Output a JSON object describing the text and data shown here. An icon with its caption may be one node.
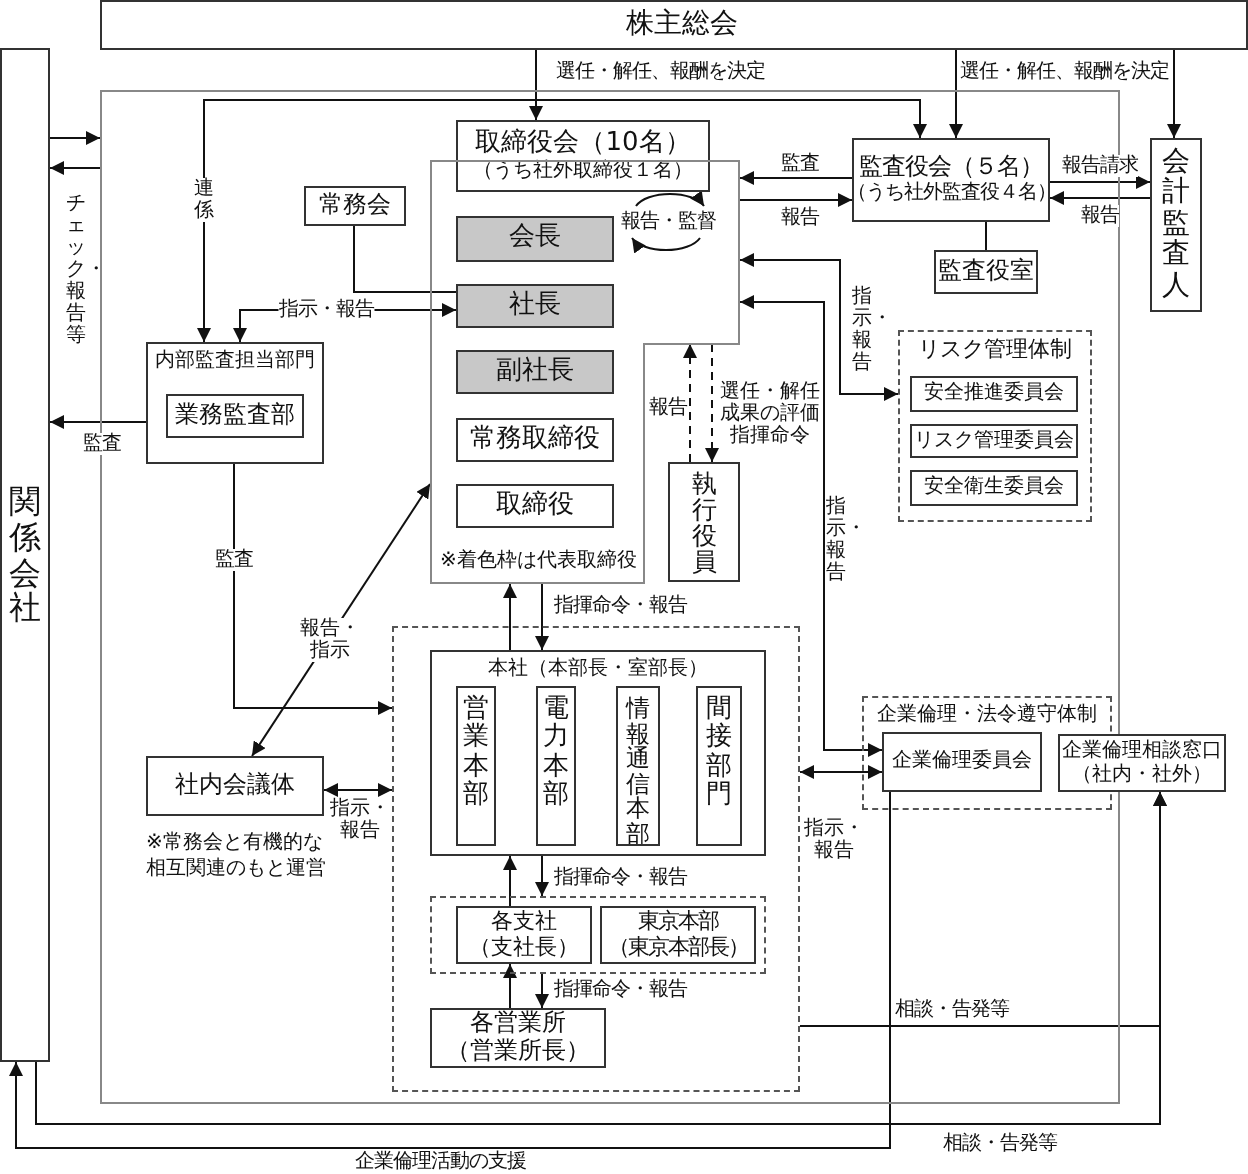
{
  "diagram": {
    "nodes": [
      {
        "text": [
          "株主総会"
        ]
      },
      {
        "text": [
          "関係会社"
        ]
      },
      {
        "text": [],
        "shape": "box"
      },
      {
        "text": [
          "取締役会（10名）",
          "（うち社外取締役１名）"
        ],
        "in": 2
      },
      {
        "text": [
          "監査役会（５名）",
          "（うち社外監査役４名）"
        ],
        "in": 2
      },
      {
        "text": [
          "会計監査人"
        ]
      },
      {
        "text": [
          "常務会"
        ],
        "in": 2
      },
      {
        "text": [
          "※着色枠は代表取締役"
        ],
        "in": 2
      },
      {
        "text": [
          "会長"
        ],
        "in": 7
      },
      {
        "text": [
          "社長"
        ],
        "in": 7
      },
      {
        "text": [
          "副社長"
        ],
        "in": 7
      },
      {
        "text": [
          "常務取締役"
        ],
        "in": 7
      },
      {
        "text": [
          "取締役"
        ],
        "in": 7
      },
      {
        "text": [
          "監査役室"
        ],
        "in": 2
      },
      {
        "text": [
          "内部監査担当部門"
        ],
        "in": 2
      },
      {
        "text": [
          "業務監査部"
        ],
        "in": 14
      },
      {
        "text": [
          "リスク管理体制"
        ],
        "in": 2
      },
      {
        "text": [
          "安全推進委員会"
        ],
        "in": 16
      },
      {
        "text": [
          "リスク管理委員会"
        ],
        "in": 16
      },
      {
        "text": [
          "安全衛生委員会"
        ],
        "in": 16
      },
      {
        "text": [
          "執行役員"
        ],
        "in": 2
      },
      {
        "text": [
          "社内会議体"
        ],
        "in": 2,
        "beside": [
          "※常務会と有機的な相互関連のもと運営"
        ]
      },
      {
        "text": [],
        "shape": "box",
        "in": 2
      },
      {
        "text": [
          "本社（本部長・室部長）"
        ],
        "in": 22
      },
      {
        "text": [
          "営業本部"
        ],
        "in": 23
      },
      {
        "text": [
          "電力本部"
        ],
        "in": 23
      },
      {
        "text": [
          "情報通信本部"
        ],
        "in": 23
      },
      {
        "text": [
          "間接部門"
        ],
        "in": 23
      },
      {
        "text": [
          "企業倫理・法令遵守体制"
        ],
        "in": 2
      },
      {
        "text": [
          "企業倫理委員会"
        ],
        "in": 28
      },
      {
        "text": [
          "企業倫理相談窓口",
          "（社内・社外）"
        ]
      },
      {
        "text": [],
        "shape": "box",
        "in": 22
      },
      {
        "text": [
          "各支社",
          "（支社長）"
        ],
        "in": 31
      },
      {
        "text": [
          "東京本部",
          "（東京本部長）"
        ],
        "in": 31
      },
      {
        "text": [
          "各営業所",
          "（営業所長）"
        ],
        "in": 22
      }
    ],
    "edges": [
      {
        "from": 0,
        "to": 3,
        "arrow": "to",
        "label": "選任・解任、報酬を決定"
      },
      {
        "from": 0,
        "to": 4,
        "arrow": "to",
        "label": "選任・解任、報酬を決定"
      },
      {
        "from": 0,
        "to": 5,
        "arrow": "to"
      },
      {
        "from": 1,
        "to": 2,
        "arrow": "to"
      },
      {
        "from": 2,
        "to": 1,
        "arrow": "to"
      },
      {
        "from": 14,
        "to": 4,
        "arrow": "both",
        "label": "連係"
      },
      {
        "from": 4,
        "to": 7,
        "arrow": "to",
        "label": "監査"
      },
      {
        "from": 7,
        "to": 4,
        "arrow": "to",
        "label": "報告"
      },
      {
        "from": 4,
        "to": 5,
        "arrow": "to",
        "label": "報告請求"
      },
      {
        "from": 5,
        "to": 4,
        "arrow": "to",
        "label": "報告"
      },
      {
        "from": 4,
        "to": 13,
        "arrow": "none"
      },
      {
        "from": 6,
        "to": 9,
        "arrow": "none"
      },
      {
        "from": 9,
        "to": 14,
        "arrow": "both",
        "label": "指示・報告"
      },
      {
        "from": 14,
        "to": 1,
        "arrow": "to",
        "label": "監査"
      },
      {
        "from": 7,
        "to": 16,
        "arrow": "both",
        "label": "指示・報告"
      },
      {
        "from": 7,
        "to": 29,
        "arrow": "both",
        "label": "指示・報告"
      },
      {
        "from": 7,
        "to": 20,
        "arrow": "to",
        "label": "選任・解任成果の評価指揮命令",
        "style": "dashed"
      },
      {
        "from": 20,
        "to": 7,
        "arrow": "to",
        "label": "報告",
        "style": "dashed"
      },
      {
        "from": 14,
        "to": 22,
        "arrow": "to",
        "label": "監査"
      },
      {
        "from": 21,
        "to": 7,
        "arrow": "both",
        "label": "報告・指示"
      },
      {
        "from": 21,
        "to": 22,
        "arrow": "both",
        "label": "指示・報告"
      },
      {
        "from": 23,
        "to": 7,
        "arrow": "to"
      },
      {
        "from": 7,
        "to": 23,
        "arrow": "to",
        "label": "指揮命令・報告"
      },
      {
        "from": 32,
        "to": 23,
        "arrow": "to"
      },
      {
        "from": 23,
        "to": 31,
        "arrow": "to",
        "label": "指揮命令・報告"
      },
      {
        "from": 34,
        "to": 32,
        "arrow": "to"
      },
      {
        "from": 31,
        "to": 34,
        "arrow": "to",
        "label": "指揮命令・報告"
      },
      {
        "from": 22,
        "to": 29,
        "arrow": "both",
        "label": "指示・報告"
      },
      {
        "from": 29,
        "to": 1,
        "arrow": "to",
        "label": "企業倫理活動の支援"
      },
      {
        "from": 1,
        "to": 30,
        "arrow": "to",
        "label": "相談・告発等"
      },
      {
        "from": 22,
        "to": 30,
        "arrow": "to",
        "label": "相談・告発等"
      }
    ],
    "labels": [
      "チェック・報告等",
      "報告・監督"
    ]
  }
}
